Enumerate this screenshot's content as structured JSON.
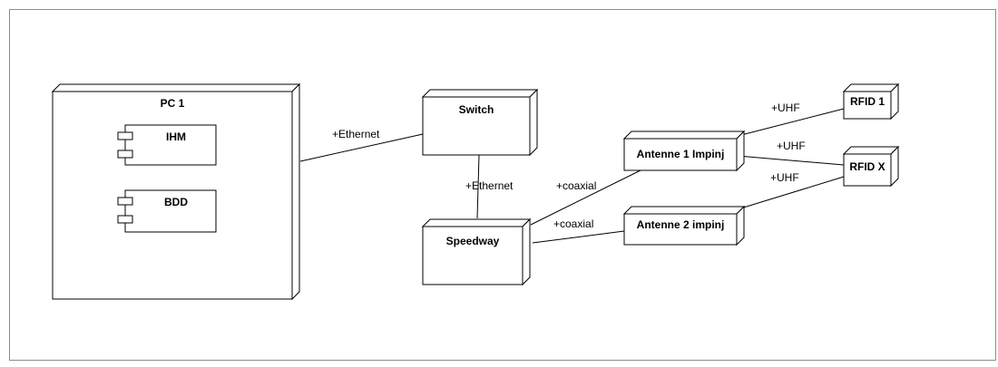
{
  "nodes": {
    "pc": {
      "title": "PC 1",
      "components": [
        "IHM",
        "BDD"
      ]
    },
    "switch": {
      "title": "Switch"
    },
    "speedway": {
      "title": "Speedway"
    },
    "antenne1": {
      "title": "Antenne 1 Impinj"
    },
    "antenne2": {
      "title": "Antenne 2 impinj"
    },
    "rfid1": {
      "title": "RFID 1"
    },
    "rfidx": {
      "title": "RFID X"
    }
  },
  "edges": {
    "pc_switch": "+Ethernet",
    "switch_speedway": "+Ethernet",
    "speedway_antenne1": "+coaxial",
    "speedway_antenne2": "+coaxial",
    "antenne1_rfid1": "+UHF",
    "antenne1_rfidx": "+UHF",
    "antenne2_rfidx": "+UHF"
  },
  "colors": {
    "stroke": "#000000",
    "frame": "#8c8c8c",
    "background": "#ffffff"
  }
}
